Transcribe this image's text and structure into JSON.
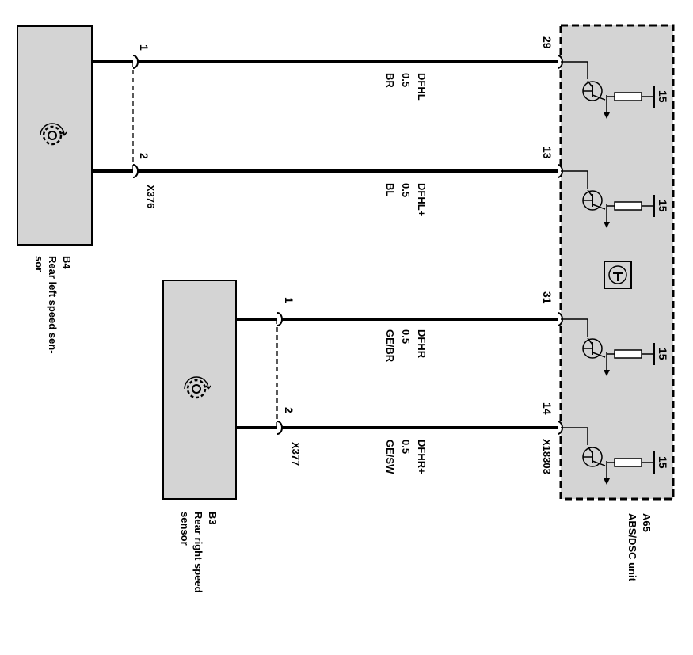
{
  "components": {
    "b4": {
      "id": "B4",
      "name_line1": "Rear left speed sen-",
      "name_line2": "sor",
      "icon": "speed-sensor-icon"
    },
    "b3": {
      "id": "B3",
      "name_line1": "Rear right speed",
      "name_line2": "sensor",
      "icon": "speed-sensor-icon"
    },
    "a65": {
      "id": "A65",
      "name": "ABS/DSC unit",
      "icon": "ground-symbol-icon"
    }
  },
  "connectors": {
    "x376": "X376",
    "x377": "X377",
    "x18303": "X18303"
  },
  "wires": [
    {
      "signal": "DFHL",
      "gauge": "0.5",
      "color": "BR",
      "sensor_pin": "1",
      "unit_pin": "29",
      "resistor_label": "15"
    },
    {
      "signal": "DFHL+",
      "gauge": "0.5",
      "color": "BL",
      "sensor_pin": "2",
      "unit_pin": "13",
      "resistor_label": "15"
    },
    {
      "signal": "DFHR",
      "gauge": "0.5",
      "color": "GE/BR",
      "sensor_pin": "1",
      "unit_pin": "31",
      "resistor_label": "15"
    },
    {
      "signal": "DFHR+",
      "gauge": "0.5",
      "color": "GE/SW",
      "sensor_pin": "2",
      "unit_pin": "14",
      "resistor_label": "15"
    }
  ],
  "colors": {
    "box_fill": "#d4d4d4",
    "line": "#000000",
    "background": "#ffffff"
  }
}
